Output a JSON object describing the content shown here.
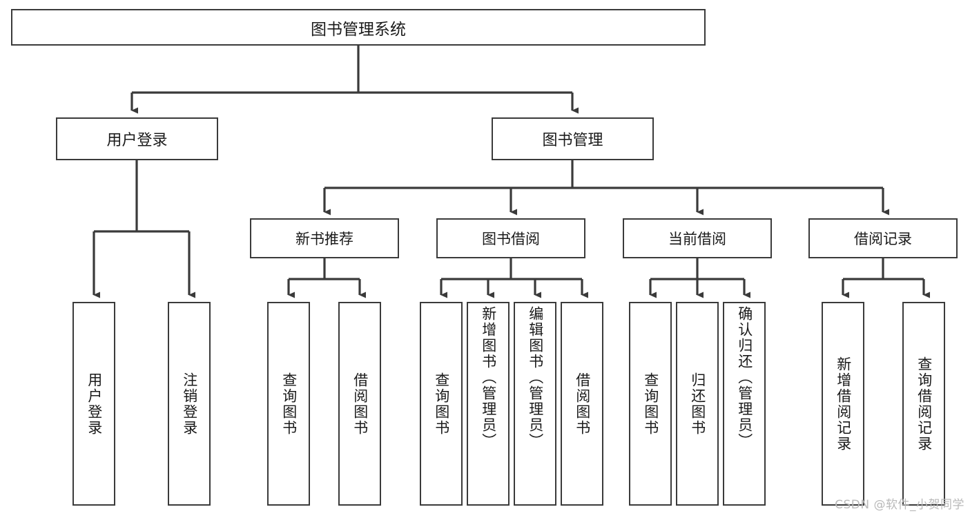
{
  "diagram": {
    "title": "图书管理系统",
    "type": "tree-hierarchy",
    "watermark": "CSDN @软件_小贺同学",
    "colors": {
      "box_border": "#3a3a3a",
      "box_fill": "#ffffff",
      "connector": "#3a3a3a",
      "text": "#1a1a1a",
      "watermark": "#b9b9b9",
      "background": "#ffffff"
    },
    "nodes": {
      "root": {
        "label": "图书管理系统"
      },
      "level2": [
        {
          "id": "user-login",
          "label": "用户登录"
        },
        {
          "id": "book-management",
          "label": "图书管理"
        }
      ],
      "level3": [
        {
          "id": "new-book-recommend",
          "label": "新书推荐"
        },
        {
          "id": "book-borrow",
          "label": "图书借阅"
        },
        {
          "id": "current-borrow",
          "label": "当前借阅"
        },
        {
          "id": "borrow-record",
          "label": "借阅记录"
        }
      ],
      "leaves": {
        "user_login": [
          {
            "id": "leaf-user-login",
            "label": "用户登录"
          },
          {
            "id": "leaf-logout-login",
            "label": "注销登录"
          }
        ],
        "new_book_recommend": [
          {
            "id": "leaf-query-book-1",
            "label": "查询图书"
          },
          {
            "id": "leaf-borrow-book-1",
            "label": "借阅图书"
          }
        ],
        "book_borrow": [
          {
            "id": "leaf-query-book-2",
            "label": "查询图书"
          },
          {
            "id": "leaf-add-book-admin",
            "label": "新增图书（管理员）"
          },
          {
            "id": "leaf-edit-book-admin",
            "label": "编辑图书（管理员）"
          },
          {
            "id": "leaf-borrow-book-2",
            "label": "借阅图书"
          }
        ],
        "current_borrow": [
          {
            "id": "leaf-query-book-3",
            "label": "查询图书"
          },
          {
            "id": "leaf-return-book",
            "label": "归还图书"
          },
          {
            "id": "leaf-confirm-return-admin",
            "label": "确认归还（管理员）"
          }
        ],
        "borrow_record": [
          {
            "id": "leaf-add-borrow-record",
            "label": "新增借阅记录"
          },
          {
            "id": "leaf-query-borrow-record",
            "label": "查询借阅记录"
          }
        ]
      }
    }
  }
}
